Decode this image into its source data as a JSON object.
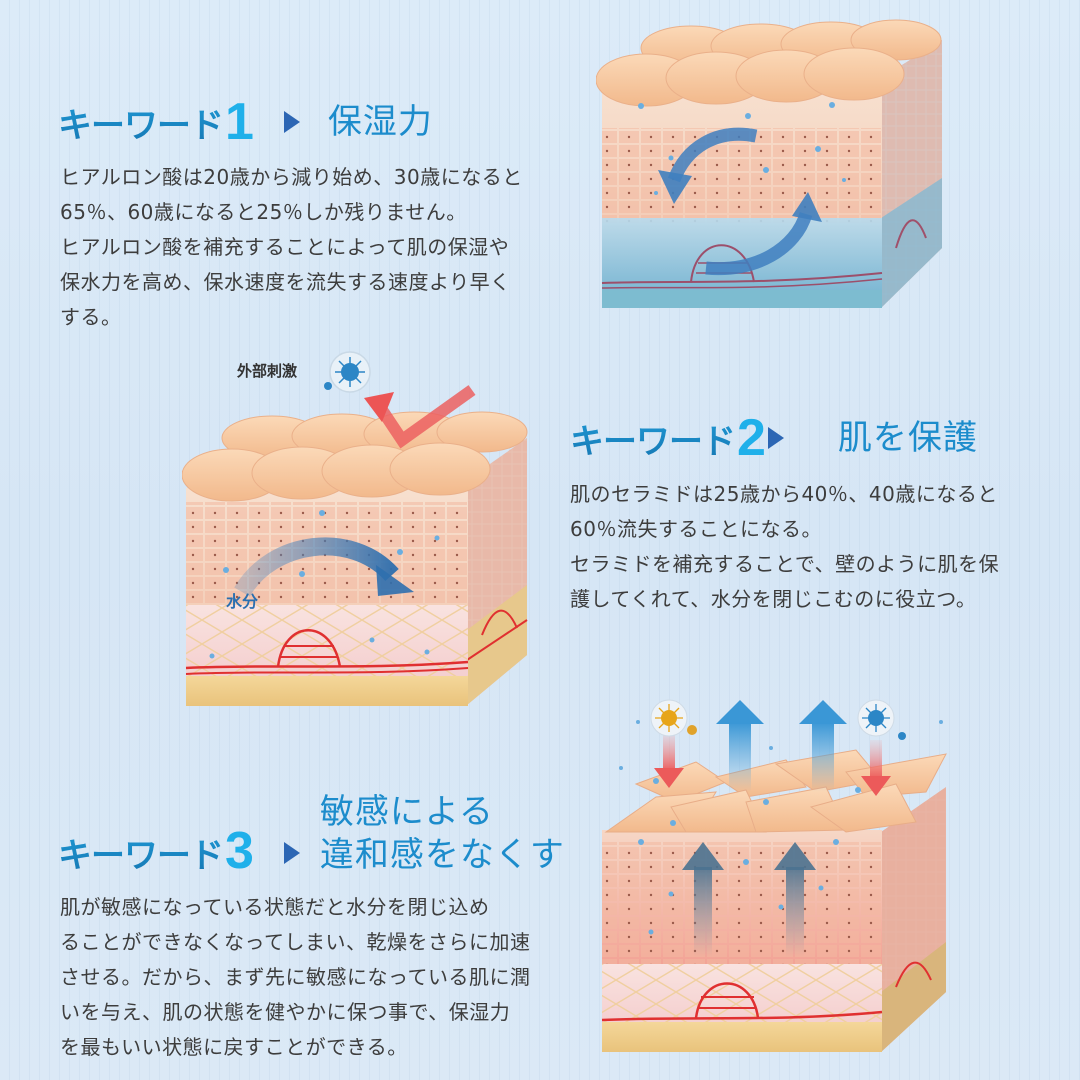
{
  "colors": {
    "background": "#dbe9f6",
    "heading_blue": "#1a8ac8",
    "number_cyan": "#1fb0ea",
    "triangle_navy": "#2c66b4",
    "body_text": "#3d3d3d"
  },
  "sections": [
    {
      "keyword_label": "キーワード",
      "keyword_number": "1",
      "marker_icon": "triangle-right-icon",
      "title_lines": [
        "保湿力"
      ],
      "body_lines": [
        "ヒアルロン酸は20歳から減り始め、30歳になると",
        "65％、60歳になると25％しか残りません。",
        "ヒアルロン酸を補充することによって肌の保湿や",
        "保水力を高め、保水速度を流失する速度より早く",
        "する。"
      ],
      "illustration": "skin-cube-moisture-cycle"
    },
    {
      "keyword_label": "キーワード",
      "keyword_number": "2",
      "marker_icon": "triangle-right-icon",
      "title_lines": [
        "肌を保護"
      ],
      "body_lines": [
        "肌のセラミドは25歳から40％、40歳になると",
        "60％流失することになる。",
        "セラミドを補充することで、壁のように肌を保",
        "護してくれて、水分を閉じこむのに役立つ。"
      ],
      "illustration": "skin-cube-barrier",
      "callouts": {
        "external_stimulus": "外部刺激",
        "moisture": "水分"
      }
    },
    {
      "keyword_label": "キーワード",
      "keyword_number": "3",
      "marker_icon": "triangle-right-icon",
      "title_lines": [
        "敏感による",
        "違和感をなくす"
      ],
      "body_lines": [
        "肌が敏感になっている状態だと水分を閉じ込め",
        "ることができなくなってしまい、乾燥をさらに加速",
        "させる。だから、まず先に敏感になっている肌に潤",
        "いを与え、肌の状態を健やかに保つ事で、保湿力",
        "を最もいい状態に戻すことができる。"
      ],
      "illustration": "skin-cube-sensitive"
    }
  ]
}
